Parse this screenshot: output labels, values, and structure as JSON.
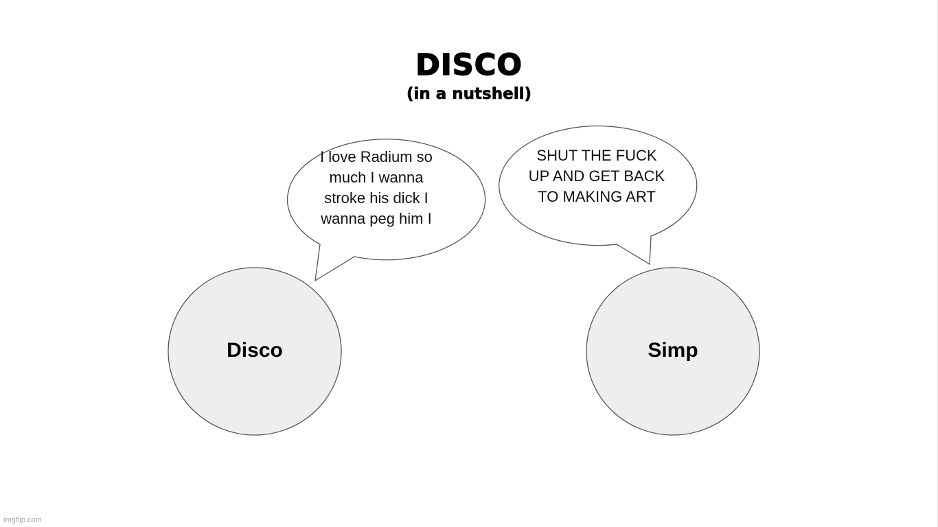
{
  "title": "DISCO",
  "subtitle": "(in a nutshell)",
  "bubbles": [
    {
      "speaker": "Disco",
      "text": "I love Radium so much I wanna stroke his dick I wanna peg him I"
    },
    {
      "speaker": "Simp",
      "text": "SHUT THE FUCK UP AND GET BACK TO MAKING ART"
    }
  ],
  "characters": [
    "Disco",
    "Simp"
  ],
  "watermark": "imgflip.com",
  "colors": {
    "circle_fill": "#eeeeee",
    "stroke": "#555555"
  }
}
